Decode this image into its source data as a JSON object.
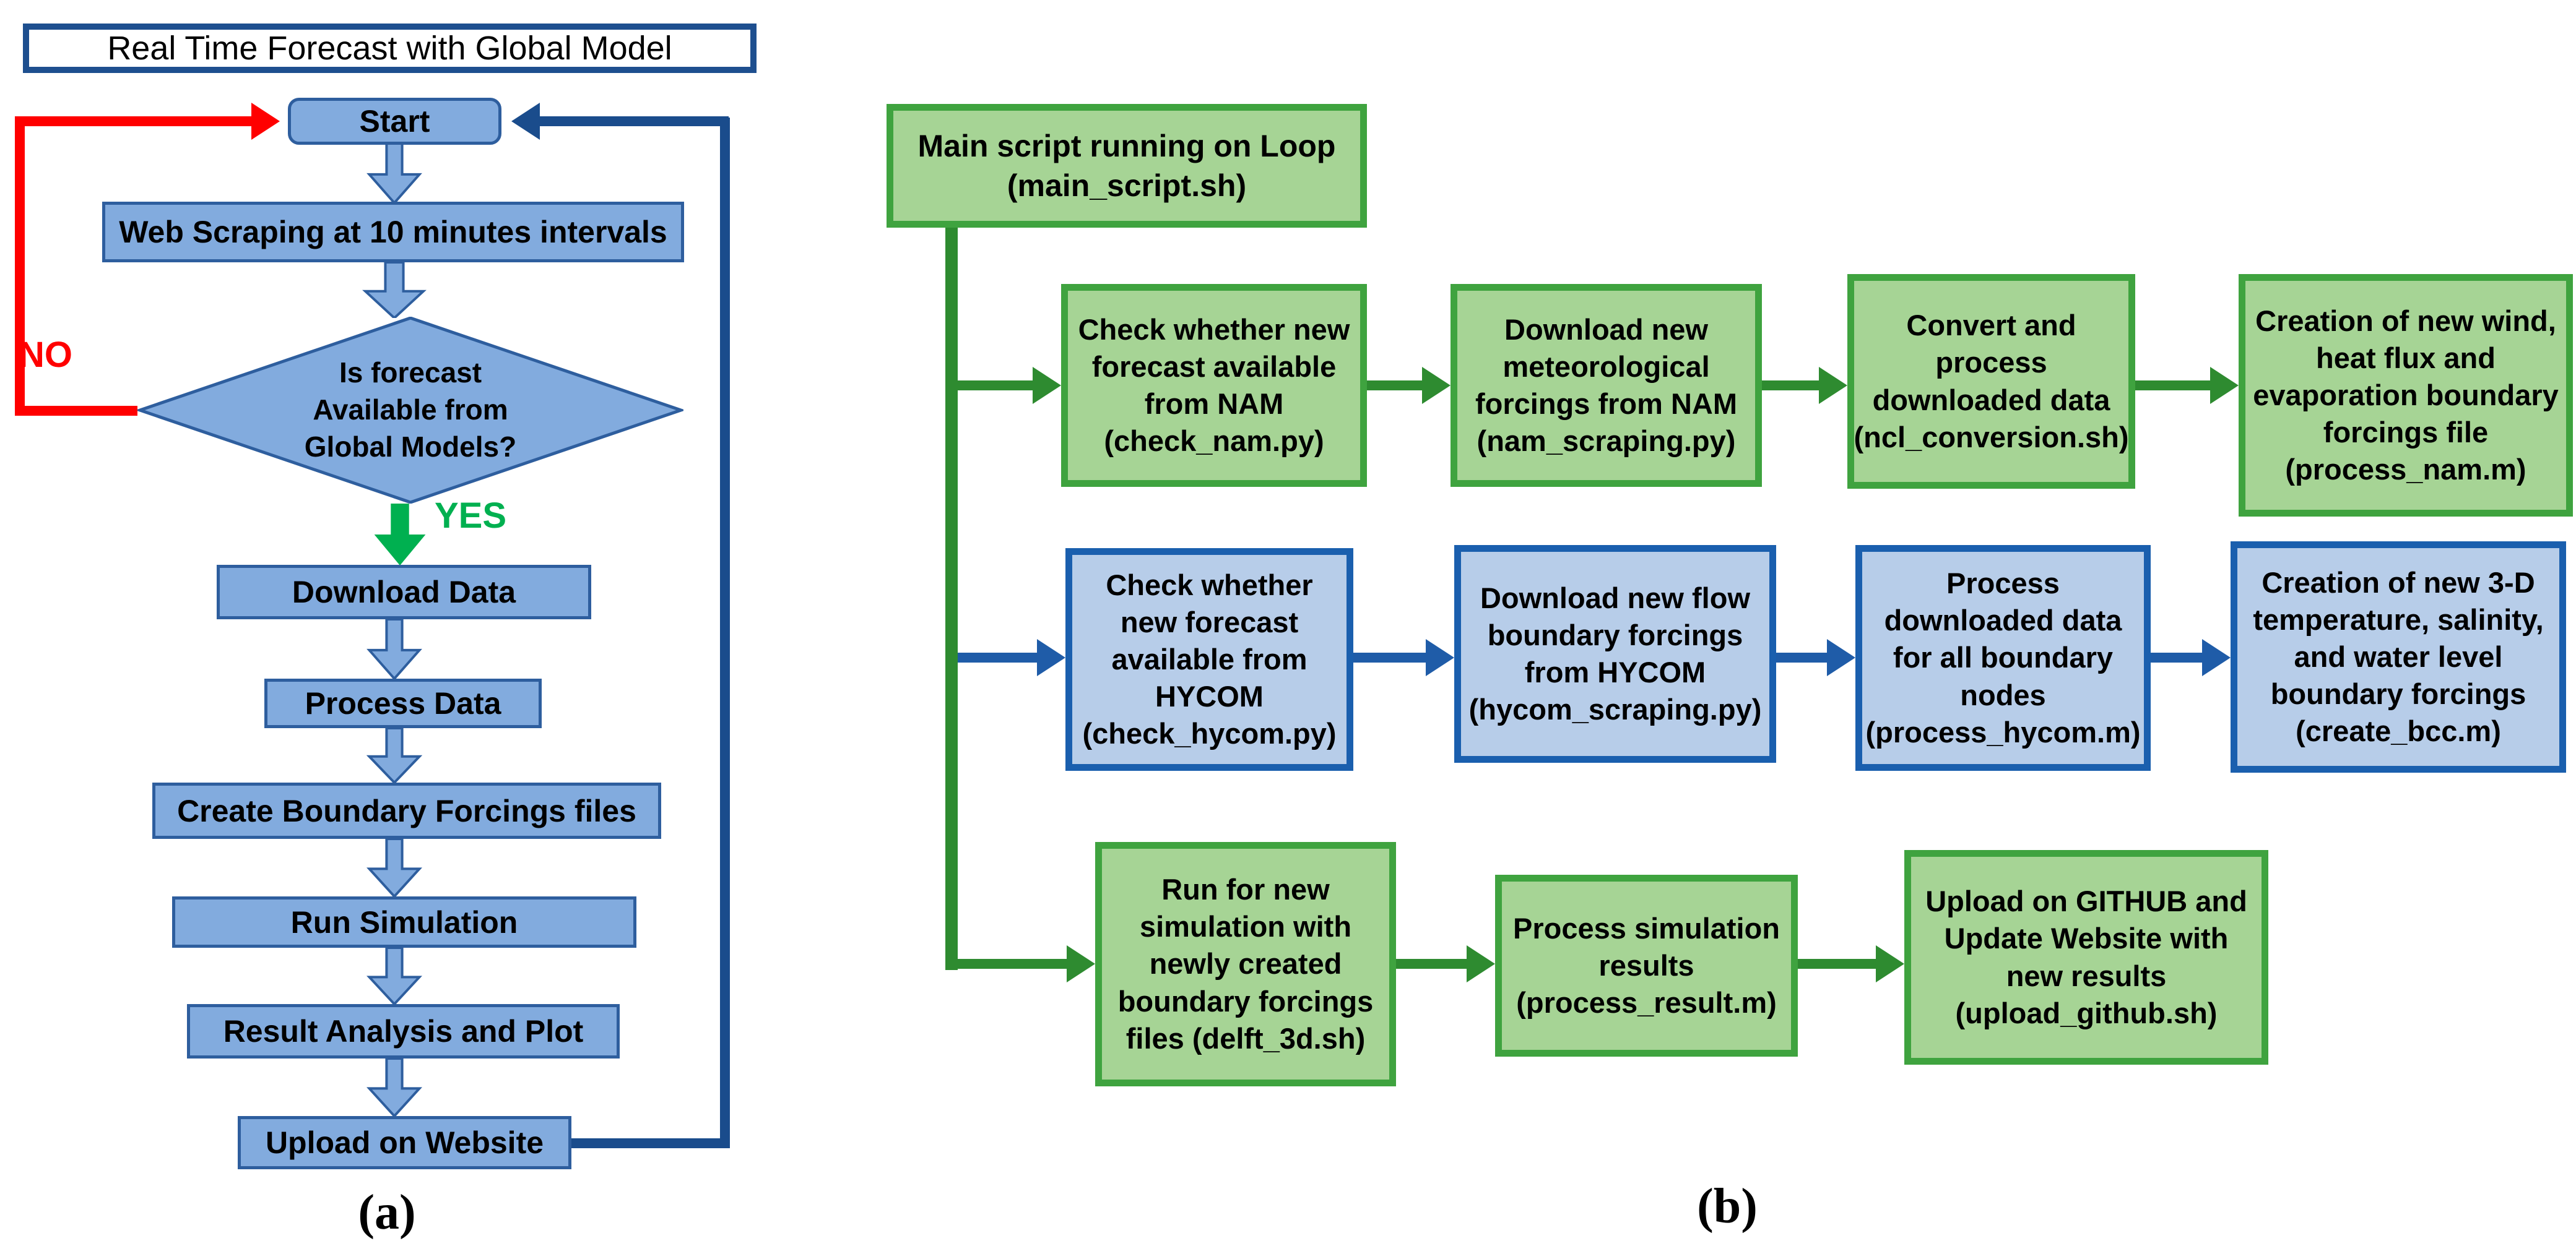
{
  "figure": {
    "caption_a": "(a)",
    "caption_b": "(b)"
  },
  "panel_a": {
    "title": "Real Time Forecast with Global Model",
    "start_label": "Start",
    "web_scraping": "Web Scraping at 10 minutes intervals",
    "decision": "Is forecast\nAvailable from\nGlobal Models?",
    "no_label": "NO",
    "yes_label": "YES",
    "steps": [
      "Download Data",
      "Process Data",
      "Create Boundary Forcings files",
      "Run Simulation",
      "Result Analysis and Plot",
      "Upload on Website"
    ]
  },
  "panel_b": {
    "main_box": "Main script running on Loop\n(main_script.sh)",
    "rows": [
      {
        "color": "green",
        "boxes": [
          {
            "text": "Check whether new\nforecast available\nfrom NAM\n(check_nam.py)"
          },
          {
            "text": "Download new\nmeteorological\nforcings from NAM\n(nam_scraping.py)"
          },
          {
            "text": "Convert and\nprocess\ndownloaded data\n(ncl_conversion.sh)"
          },
          {
            "text": "Creation of new wind,\nheat flux and\nevaporation boundary\nforcings file\n(process_nam.m)"
          }
        ]
      },
      {
        "color": "blue",
        "boxes": [
          {
            "text": "Check whether\nnew forecast\navailable from\nHYCOM\n(check_hycom.py)"
          },
          {
            "text": "Download new flow\nboundary forcings\nfrom HYCOM\n(hycom_scraping.py)"
          },
          {
            "text": "Process\ndownloaded data\nfor all boundary\nnodes\n(process_hycom.m)"
          },
          {
            "text": "Creation of new 3-D\ntemperature, salinity,\nand water level\nboundary forcings\n(create_bcc.m)"
          }
        ]
      },
      {
        "color": "green",
        "boxes": [
          {
            "text": "Run for new\nsimulation with\nnewly created\nboundary forcings\nfiles (delft_3d.sh)"
          },
          {
            "text": "Process simulation\nresults\n(process_result.m)"
          },
          {
            "text": "Upload on GITHUB and\nUpdate Website with\nnew results\n(upload_github.sh)"
          }
        ]
      }
    ]
  },
  "colors": {
    "panel_a_box_fill": "#82ABDE",
    "panel_a_box_border": "#2E5E9E",
    "green_box_fill": "#A6D495",
    "green_box_border": "#3FA33F",
    "green_connector": "#2E8B30",
    "blue_box_fill": "#B7CDE9",
    "blue_box_border": "#1A5FAE",
    "blue_connector": "#1F5CA8",
    "navy_loop": "#1A4C8C",
    "no_red": "#FF0000",
    "yes_green": "#00B050",
    "title_border": "#1E4F8F"
  }
}
